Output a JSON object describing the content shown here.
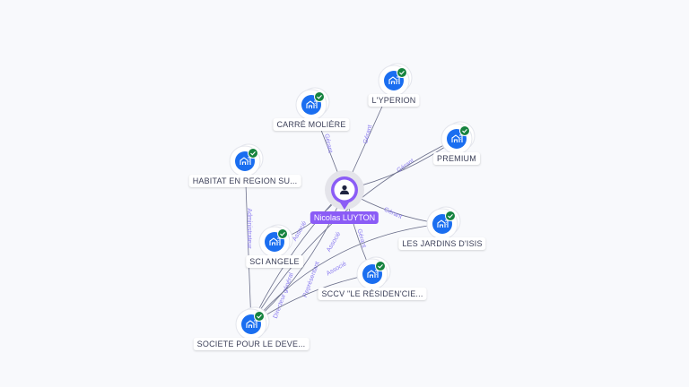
{
  "center": {
    "name": "Nicolas LUYTON",
    "icon": "person-icon"
  },
  "nodes": [
    {
      "id": "carre",
      "label": "CARRÉ MOLIÈRE",
      "icon": "building-icon",
      "verified": true
    },
    {
      "id": "lyperion",
      "label": "L'YPERION",
      "icon": "building-icon",
      "verified": true
    },
    {
      "id": "premium",
      "label": "PREMIUM",
      "icon": "building-icon",
      "verified": true
    },
    {
      "id": "habitat",
      "label": "HABITAT EN REGION SU...",
      "icon": "building-icon",
      "verified": true
    },
    {
      "id": "jardins",
      "label": "LES JARDINS D'ISIS",
      "icon": "building-icon",
      "verified": true
    },
    {
      "id": "angele",
      "label": "SCI ANGELE",
      "icon": "building-icon",
      "verified": true
    },
    {
      "id": "sccv",
      "label": "SCCV \"LE RÉSIDEN'CIE...",
      "icon": "building-icon",
      "verified": true
    },
    {
      "id": "societe",
      "label": "SOCIETE POUR LE DEVE...",
      "icon": "building-icon",
      "verified": true
    }
  ],
  "edges": [
    {
      "from": "center",
      "to": "carre",
      "label": "Gérant"
    },
    {
      "from": "center",
      "to": "lyperion",
      "label": "Gérant"
    },
    {
      "from": "center",
      "to": "premium",
      "label": "Gérant"
    },
    {
      "from": "center",
      "to": "jardins",
      "label": "Gérant"
    },
    {
      "from": "center",
      "to": "angele",
      "label": "Associé"
    },
    {
      "from": "center",
      "to": "sccv",
      "label": "Gérant"
    },
    {
      "from": "habitat",
      "to": "societe",
      "label": "Administrateur"
    },
    {
      "from": "societe",
      "to": "center",
      "label": "Directeur général"
    },
    {
      "from": "societe",
      "to": "center",
      "label": "Représentant"
    },
    {
      "from": "societe",
      "to": "sccv",
      "label": "Associé"
    },
    {
      "from": "societe",
      "to": "premium",
      "label": "Associé"
    },
    {
      "from": "societe",
      "to": "jardins",
      "label": ""
    }
  ],
  "colors": {
    "node": "#1a6ef0",
    "verified": "#16833f",
    "center": "#8b5cf6",
    "edge": "#6b6f8a",
    "edge_label": "#8b7cf0"
  }
}
